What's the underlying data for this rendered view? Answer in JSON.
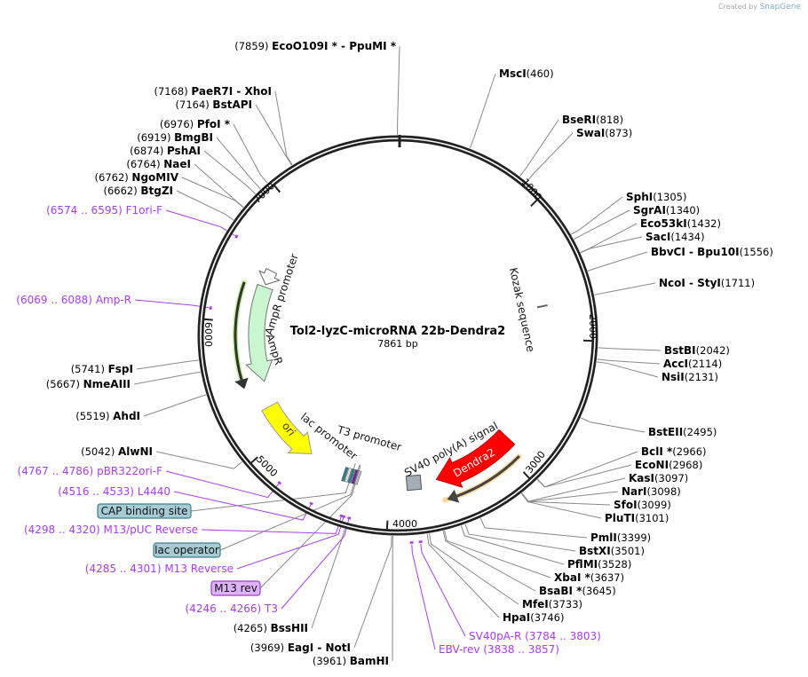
{
  "credit": {
    "prefix": "Created by",
    "brand": "SnapGene"
  },
  "plasmid": {
    "name": "Tol2-lyzC-microRNA 22b-Dendra2",
    "length": "7861 bp",
    "total_bp": 7861
  },
  "ticks": [
    "1000",
    "2000",
    "3000",
    "4000",
    "5000",
    "6000",
    "7000"
  ],
  "colors": {
    "primer": "#a83cf2",
    "ampr": "#c9f5cf",
    "ori": "#ffff00",
    "dendra2": "#ff0000",
    "ring": "#222222"
  },
  "sites": [
    {
      "name": "EcoO109I *  - PpuMI *",
      "pos": 7859
    },
    {
      "name": "MscI",
      "pos": 460
    },
    {
      "name": "BseRI",
      "pos": 818
    },
    {
      "name": "SwaI",
      "pos": 873
    },
    {
      "name": "SphI",
      "pos": 1305
    },
    {
      "name": "SgrAI",
      "pos": 1340
    },
    {
      "name": "Eco53kI",
      "pos": 1432
    },
    {
      "name": "SacI",
      "pos": 1434
    },
    {
      "name": "BbvCI  - Bpu10I",
      "pos": 1556
    },
    {
      "name": "NcoI  - StyI",
      "pos": 1711
    },
    {
      "name": "BstBI",
      "pos": 2042
    },
    {
      "name": "AccI",
      "pos": 2114
    },
    {
      "name": "NsiI",
      "pos": 2131
    },
    {
      "name": "BstEII",
      "pos": 2495
    },
    {
      "name": "BclI *",
      "pos": 2966
    },
    {
      "name": "EcoNI",
      "pos": 2968
    },
    {
      "name": "KasI",
      "pos": 3097
    },
    {
      "name": "NarI",
      "pos": 3098
    },
    {
      "name": "SfoI",
      "pos": 3099
    },
    {
      "name": "PluTI",
      "pos": 3101
    },
    {
      "name": "PmlI",
      "pos": 3399
    },
    {
      "name": "BstXI",
      "pos": 3501
    },
    {
      "name": "PflMI",
      "pos": 3528
    },
    {
      "name": "XbaI *",
      "pos": 3637
    },
    {
      "name": "BsaBI *",
      "pos": 3645
    },
    {
      "name": "MfeI",
      "pos": 3733
    },
    {
      "name": "HpaI",
      "pos": 3746
    },
    {
      "name": "BamHI",
      "pos": 3961
    },
    {
      "name": "EagI  - NotI",
      "pos": 3969
    },
    {
      "name": "BssHII",
      "pos": 4265
    },
    {
      "name": "AlwNI",
      "pos": 5042
    },
    {
      "name": "AhdI",
      "pos": 5519
    },
    {
      "name": "NmeAIII",
      "pos": 5667
    },
    {
      "name": "FspI",
      "pos": 5741
    },
    {
      "name": "BtgZI",
      "pos": 6662
    },
    {
      "name": "NgoMIV",
      "pos": 6762
    },
    {
      "name": "NaeI",
      "pos": 6764
    },
    {
      "name": "PshAI",
      "pos": 6874
    },
    {
      "name": "BmgBI",
      "pos": 6919
    },
    {
      "name": "PfoI *",
      "pos": 6976
    },
    {
      "name": "BstAPI",
      "pos": 7164
    },
    {
      "name": "PaeR7I  - XhoI",
      "pos": 7168
    }
  ],
  "primers": [
    {
      "name": "SV40pA-R",
      "range": "(3784 .. 3803)",
      "pos": 3793
    },
    {
      "name": "EBV-rev",
      "range": "(3838 .. 3857)",
      "pos": 3847
    },
    {
      "name": "T3",
      "range": "(4246 .. 4266)",
      "pos": 4256
    },
    {
      "name": "M13 Reverse",
      "range": "(4285 .. 4301)",
      "pos": 4293
    },
    {
      "name": "M13/pUC Reverse",
      "range": "(4298 .. 4320)",
      "pos": 4309
    },
    {
      "name": "L4440",
      "range": "(4516 .. 4533)",
      "pos": 4524
    },
    {
      "name": "pBR322ori-F",
      "range": "(4767 .. 4786)",
      "pos": 4776
    },
    {
      "name": "Amp-R",
      "range": "(6069 .. 6088)",
      "pos": 6078
    },
    {
      "name": "F1ori-F",
      "range": "(6574 .. 6595)",
      "pos": 6584
    }
  ],
  "feature_boxes": [
    {
      "name": "CAP binding site",
      "pos": 4330
    },
    {
      "name": "lac operator",
      "pos": 4290
    },
    {
      "name": "M13 rev",
      "pos": 4280
    }
  ],
  "features": {
    "ampr_promoter": "AmpR promoter",
    "ampr": "AmpR",
    "ori": "ori",
    "lac_promoter": "lac promoter",
    "t3_promoter": "T3 promoter",
    "sv40": "SV40 poly(A) signal",
    "dendra2": "Dendra2",
    "kozak": "Kozak sequence"
  }
}
